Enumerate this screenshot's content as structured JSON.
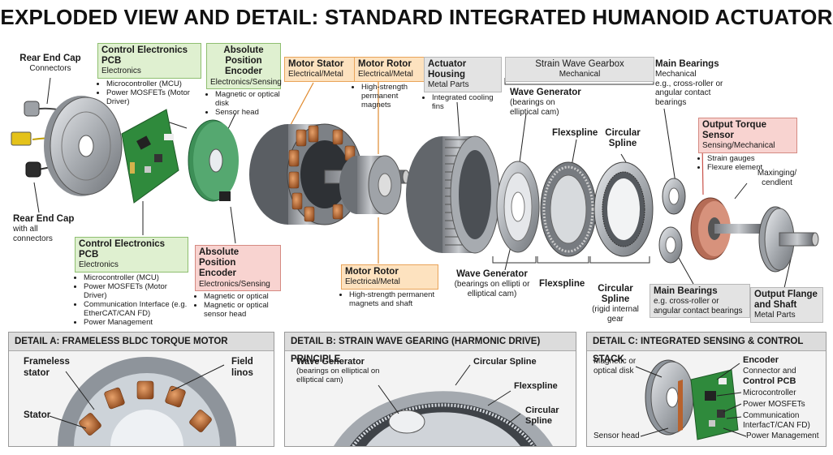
{
  "title": "EXPLODED VIEW AND DETAIL: STANDARD INTEGRATED HUMANOID ACTUATOR",
  "labels": {
    "rear_cap_top": {
      "title": "Rear End Cap",
      "sub": "Connectors"
    },
    "rear_cap_bottom": {
      "title": "Rear End Cap",
      "sub1": "with all",
      "sub2": "connectors"
    },
    "pcb_top": {
      "title": "Control Electronics PCB",
      "sub": "Electronics",
      "items": [
        "Microcontroller (MCU)",
        "Power MOSFETs (Motor Driver)"
      ]
    },
    "encoder_top": {
      "title1": "Absolute",
      "title2": "Position",
      "title3": "Encoder",
      "sub": "Electronics/Sensing",
      "items": [
        "Magnetic or optical disk",
        "Sensor head"
      ]
    },
    "stator": {
      "title": "Motor Stator",
      "sub": "Electrical/Metal"
    },
    "rotor_top": {
      "title": "Motor Rotor",
      "sub": "Electrical/Metal",
      "items": [
        "High-strength permanent magnets"
      ]
    },
    "housing": {
      "title": "Actuator Housing",
      "sub": "Metal Parts",
      "items": [
        "Integrated cooling fins"
      ]
    },
    "gearbox": {
      "title": "Strain Wave Gearbox",
      "sub": "Mechanical"
    },
    "wave_gen_top": {
      "title": "Wave Generator",
      "sub": "(bearings on elliptical cam)"
    },
    "flexspline_top": {
      "title": "Flexspline"
    },
    "circular_top": {
      "title1": "Circular",
      "title2": "Spline"
    },
    "main_bearings_top": {
      "title": "Main Bearings",
      "sub": "Mechanical",
      "extra": "e.g., cross-roller or angular contact bearings"
    },
    "torque_sensor": {
      "title": "Output Torque Sensor",
      "sub": "Sensing/Mechanical",
      "items": [
        "Strain gauges",
        "Flexure element"
      ]
    },
    "maxinging": {
      "line1": "Maxinging/",
      "line2": "cendlent"
    },
    "pcb_bottom": {
      "title": "Control Electronics PCB",
      "sub": "Electronics",
      "items": [
        "Microcontroller (MCU)",
        "Power MOSFETs (Motor Driver)",
        "Communication Interface (e.g. EtherCAT/CAN FD)",
        "Power Management"
      ]
    },
    "encoder_bottom": {
      "title1": "Absolute Position",
      "title2": "Encoder",
      "sub": "Electronics/Sensing",
      "items": [
        "Magnetic or optical",
        "Magnetic or optical sensor head"
      ]
    },
    "rotor_bottom": {
      "title": "Motor Rotor",
      "sub": "Electrical/Metal",
      "items": [
        "High-strength permanent magnets and shaft"
      ]
    },
    "wave_gen_bottom": {
      "title": "Wave Generator",
      "sub": "(bearings on ellipti or elliptical cam)"
    },
    "flexspline_bottom": {
      "title": "Flexspline"
    },
    "circular_bottom": {
      "title1": "Circular",
      "title2": "Spline",
      "sub": "(rigid internal gear"
    },
    "main_bearings_bottom": {
      "title": "Main Bearings",
      "sub": "e.g. cross-roller or angular contact bearings"
    },
    "output_flange": {
      "title1": "Output Flange",
      "title2": "and Shaft",
      "sub": "Metal Parts"
    }
  },
  "details": {
    "a": {
      "header": "DETAIL A: FRAMELESS BLDC TORQUE MOTOR",
      "frameless": "Frameless",
      "stator_word": "stator",
      "stator": "Stator",
      "field1": "Field",
      "field2": "linos"
    },
    "b": {
      "header": "DETAIL B: STRAIN WAVE GEARING (HARMONIC DRIVE) PRINCIPLE",
      "wave_gen": "Wave Generator",
      "wave_gen_sub": "(bearings on elliptical on elliptical cam)",
      "circular": "Circular Spline",
      "flexspline": "Flexspline",
      "circular2_1": "Circular",
      "circular2_2": "Spline"
    },
    "c": {
      "header": "DETAIL C: INTEGRATED SENSING & CONTROL STACK",
      "disk1": "Magnetic or",
      "disk2": "optical disk",
      "encoder": "Encoder",
      "connector": "Connector and",
      "control_pcb": "Control PCB",
      "mcu": "Microcontroller",
      "mosfets": "Power MOSFETs",
      "comm1": "Communication",
      "comm2": "InterfacT/CAN FD)",
      "power": "Power Management",
      "sensor_head": "Sensor head"
    }
  },
  "colors": {
    "green_box": "#dff0d0",
    "orange_box": "#fde2bf",
    "red_box": "#f8d3d0",
    "gray_box": "#e3e3e3",
    "copper": "#b8622d",
    "metal": "#b9bdc2",
    "pcb": "#2f8a3c"
  }
}
